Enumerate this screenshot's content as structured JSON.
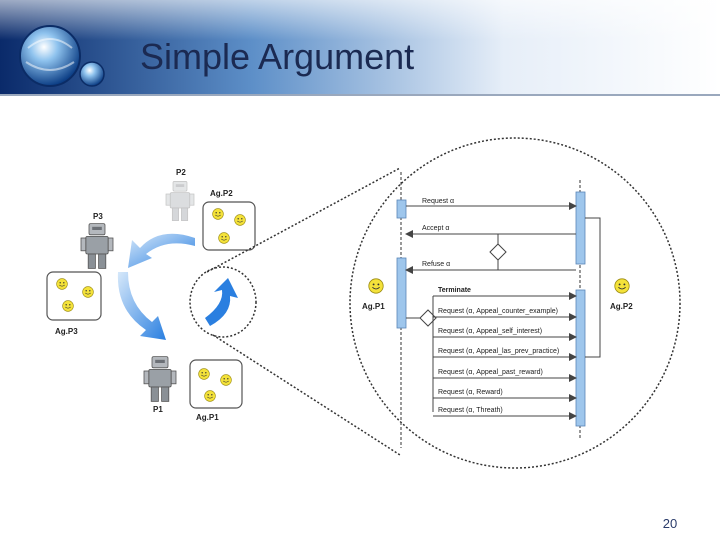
{
  "slide": {
    "title": "Simple Argument",
    "page_number": "20"
  },
  "left_scene": {
    "agents": [
      {
        "person": "P2",
        "agent": "Ag.P2"
      },
      {
        "person": "P3",
        "agent": "Ag.P3"
      },
      {
        "person": "P1",
        "agent": "Ag.P1"
      }
    ]
  },
  "sequence": {
    "left_agent": "Ag.P1",
    "right_agent": "Ag.P2",
    "top_messages": [
      "Request α",
      "Accept α",
      "Refuse α"
    ],
    "terminate": "Terminate",
    "requests": [
      "Request (α, Appeal_counter_example)",
      "Request (α, Appeal_self_interest)",
      "Request (α, Appeal_las_prev_practice)",
      "Request (α, Appeal_past_reward)",
      "Request (α, Reward)",
      "Request (α, Threath)"
    ]
  },
  "colors": {
    "title": "#1b2a52",
    "arrow_blue": "#2a7fe0",
    "activation": "#9ec6ec",
    "header_band": "#0a2a6a"
  },
  "icons": [
    "globe-logo-icon",
    "robot-person-icon",
    "smiley-face-icon",
    "cycle-arrow-icon",
    "magnify-circle-icon"
  ]
}
